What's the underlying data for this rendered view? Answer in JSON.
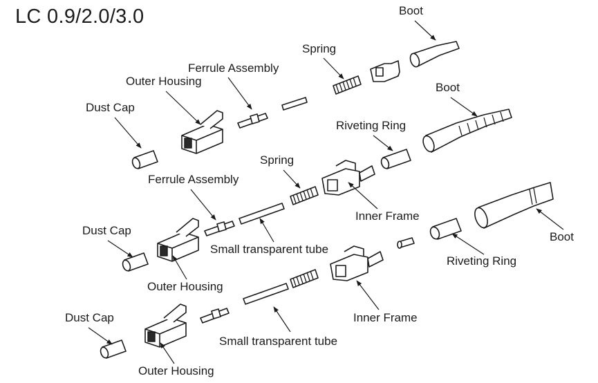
{
  "title": "LC 0.9/2.0/3.0",
  "row1": {
    "boot": "Boot",
    "spring": "Spring",
    "ferrule_assembly": "Ferrule Assembly",
    "outer_housing": "Outer Housing",
    "dust_cap": "Dust Cap"
  },
  "row2": {
    "boot": "Boot",
    "riveting_ring": "Riveting Ring",
    "spring": "Spring",
    "ferrule_assembly": "Ferrule Assembly",
    "inner_frame": "Inner Frame",
    "dust_cap": "Dust Cap",
    "small_tube": "Small transparent tube",
    "outer_housing": "Outer Housing"
  },
  "row3": {
    "boot": "Boot",
    "riveting_ring": "Riveting Ring",
    "inner_frame": "Inner Frame",
    "dust_cap": "Dust Cap",
    "small_tube": "Small transparent tube",
    "outer_housing": "Outer Housing"
  }
}
